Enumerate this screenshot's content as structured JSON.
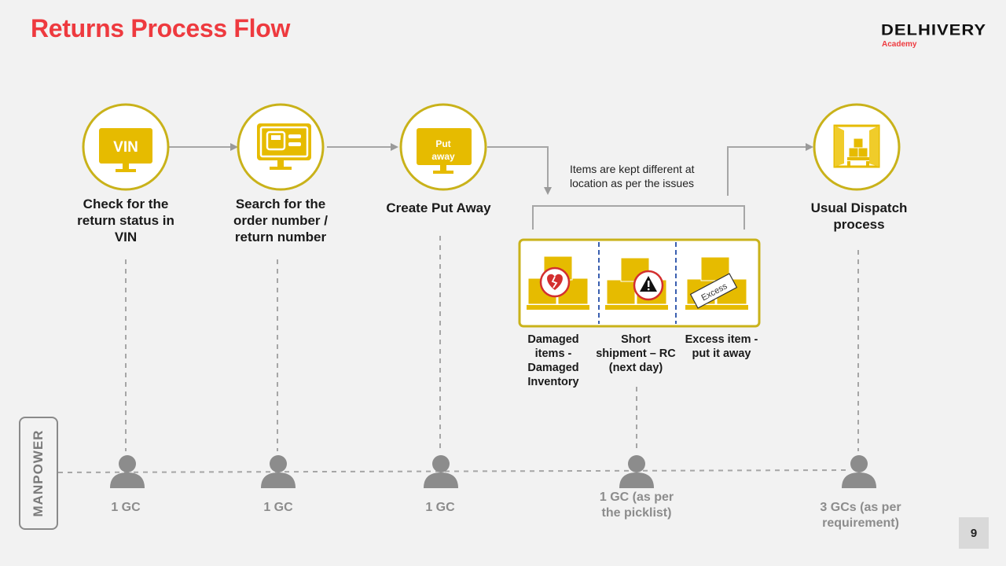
{
  "title": "Returns Process Flow",
  "logo": {
    "name": "DELHIVERY",
    "sub": "Academy"
  },
  "steps": [
    {
      "icon_text": "VIN",
      "label": "Check for the return status in VIN",
      "icon": "vin-monitor-icon"
    },
    {
      "label": "Search for the order number / return number",
      "icon": "order-search-monitor-icon"
    },
    {
      "icon_text": "Put away",
      "label": "Create Put Away",
      "icon": "put-away-monitor-icon"
    },
    {
      "label": "Usual Dispatch process",
      "icon": "dispatch-warehouse-icon"
    }
  ],
  "note": "Items are kept different at location as per the issues",
  "issues": [
    {
      "label": "Damaged items - Damaged Inventory",
      "icon": "broken-heart-icon"
    },
    {
      "label": "Short shipment – RC (next day)",
      "icon": "warning-icon"
    },
    {
      "label": "Excess item - put it away",
      "icon": "excess-tag-icon",
      "tag": "Excess"
    }
  ],
  "manpower": {
    "label": "MANPOWER",
    "counts": [
      "1 GC",
      "1 GC",
      "1 GC",
      "1 GC (as per the picklist)",
      "3 GCs (as per requirement)"
    ]
  },
  "page_number": "9",
  "colors": {
    "title_red": "#ee3a3f",
    "gold": "#e6bb00",
    "ring": "#c9b21a",
    "grey": "#8c8c8c"
  }
}
